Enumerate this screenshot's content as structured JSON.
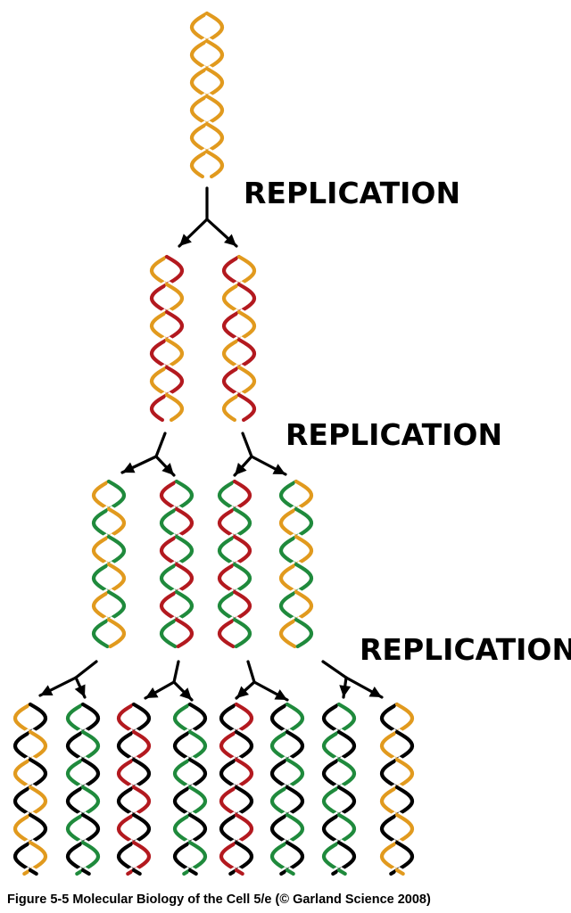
{
  "labels": {
    "replication_1": "REPLICATION",
    "replication_2": "REPLICATION",
    "replication_3": "REPLICATION"
  },
  "caption": "Figure 5-5  Molecular Biology of the Cell 5/e (© Garland Science 2008)",
  "colors": {
    "original": "#e19a1e",
    "gen1": "#b3191f",
    "gen2": "#1f8a3c",
    "gen3": "#000000",
    "arrow": "#000000"
  },
  "generations": [
    {
      "name": "parent",
      "helices": [
        [
          "original",
          "original"
        ]
      ]
    },
    {
      "name": "after-replication-1",
      "helices": [
        [
          "gen1",
          "original"
        ],
        [
          "original",
          "gen1"
        ]
      ]
    },
    {
      "name": "after-replication-2",
      "helices": [
        [
          "gen2",
          "original"
        ],
        [
          "gen2",
          "gen1"
        ],
        [
          "gen1",
          "gen2"
        ],
        [
          "original",
          "gen2"
        ]
      ]
    },
    {
      "name": "after-replication-3",
      "helices": [
        [
          "gen3",
          "original"
        ],
        [
          "gen3",
          "gen2"
        ],
        [
          "gen3",
          "gen1"
        ],
        [
          "gen3",
          "gen2"
        ],
        [
          "gen1",
          "gen3"
        ],
        [
          "gen2",
          "gen3"
        ],
        [
          "gen2",
          "gen3"
        ],
        [
          "original",
          "gen3"
        ]
      ]
    }
  ]
}
